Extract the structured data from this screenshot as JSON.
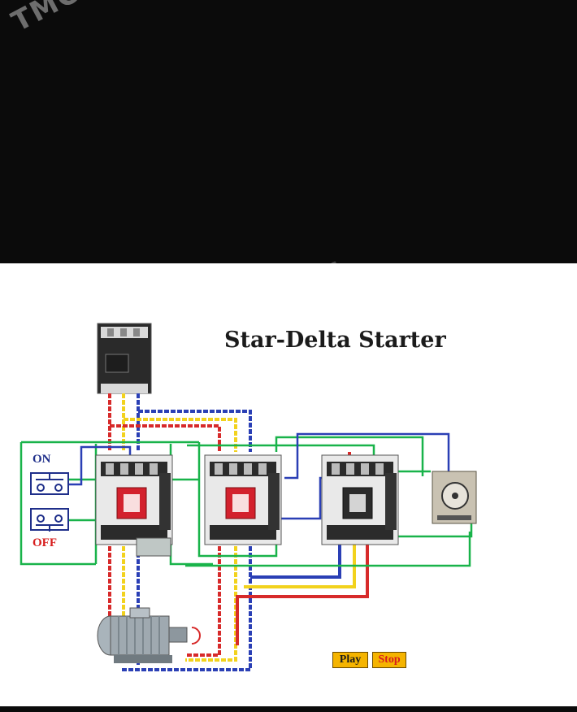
{
  "watermark": {
    "text": "TMCA",
    "fragment": "c"
  },
  "diagram": {
    "title": "Star-Delta Starter",
    "push_buttons": {
      "on_label": "ON",
      "off_label": "OFF"
    },
    "controls": {
      "play_label": "Play",
      "stop_label": "Stop"
    }
  },
  "colors": {
    "background": "#0b0b0b",
    "panel": "#ffffff",
    "wire_red": "#d72a2a",
    "wire_yellow": "#f2d21d",
    "wire_blue": "#2a3fb5",
    "wire_green": "#19b34a",
    "contactor_body": "#e9e9e9",
    "contactor_red": "#d3212d",
    "button_fill": "#f5b400"
  }
}
